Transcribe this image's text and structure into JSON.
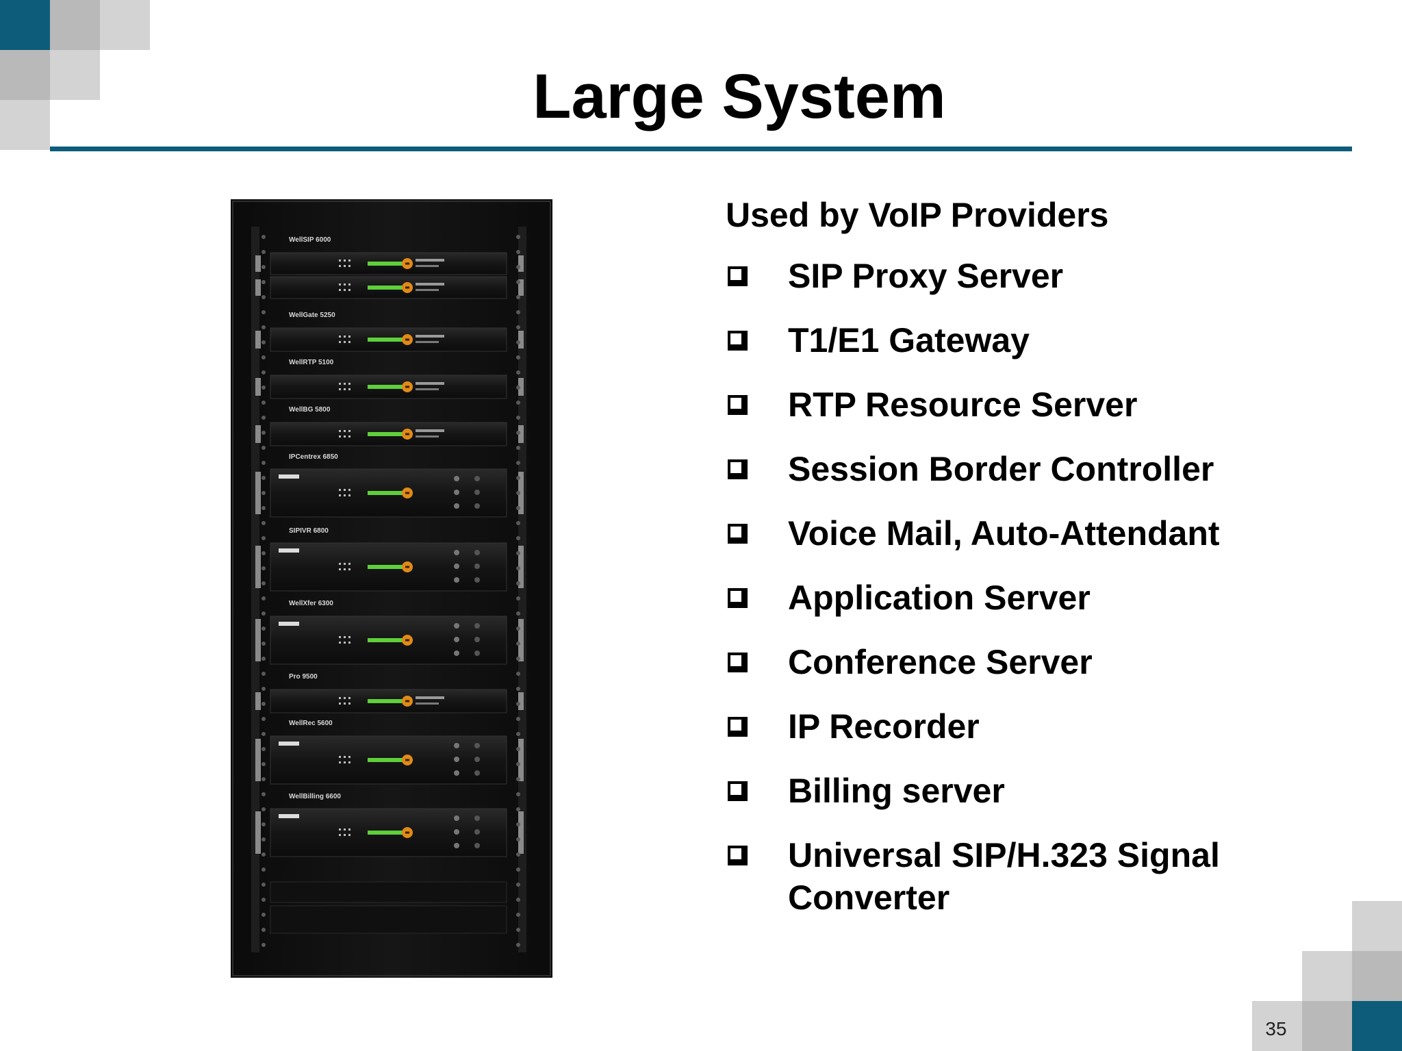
{
  "slide": {
    "title": "Large System",
    "page_number": "35",
    "lead": "Used by VoIP Providers",
    "bullets": [
      "SIP Proxy Server",
      "T1/E1 Gateway",
      "RTP Resource Server",
      "Session Border Controller",
      "Voice Mail, Auto-Attendant",
      "Application Server",
      "Conference Server",
      "IP Recorder",
      "Billing server",
      "Universal SIP/H.323 Signal Converter"
    ],
    "bullet_icon": "checkbox-square-icon"
  },
  "image": {
    "description_icon": "server-rack-image",
    "rack_labels": [
      "WellSIP 6000",
      "WellGate 5250",
      "WellRTP 5100",
      "WellBG 5800",
      "IPCentrex 6850",
      "SIPIVR 6800",
      "WellXfer 6300",
      "Pro 9500",
      "WellRec 5600",
      "WellBilling 6600"
    ]
  },
  "colors": {
    "accent": "#0d5c7a",
    "square_light": "#d3d3d3",
    "square_mid": "#b9b9b9"
  }
}
